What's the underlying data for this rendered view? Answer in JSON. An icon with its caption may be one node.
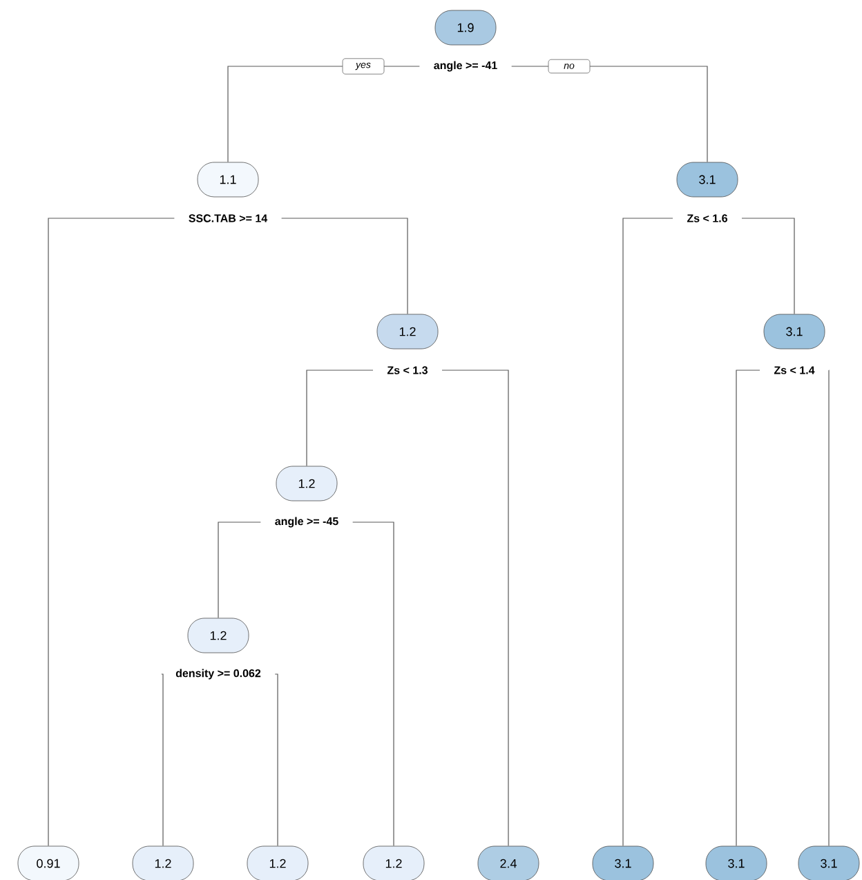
{
  "diagram": {
    "nodes": [
      {
        "text": [
          "1.9"
        ],
        "beside": [
          "angle >= -41"
        ]
      },
      {
        "text": [
          "1.1"
        ],
        "beside": [
          "SSC.TAB >= 14"
        ]
      },
      {
        "text": [
          "0.91"
        ]
      },
      {
        "text": [
          "1.2"
        ],
        "beside": [
          "Zs < 1.3"
        ]
      },
      {
        "text": [
          "1.2"
        ],
        "beside": [
          "angle >= -45"
        ]
      },
      {
        "text": [
          "1.2"
        ],
        "beside": [
          "density >= 0.062"
        ]
      },
      {
        "text": [
          "1.2"
        ]
      },
      {
        "text": [
          "1.2"
        ]
      },
      {
        "text": [
          "1.2"
        ]
      },
      {
        "text": [
          "2.4"
        ]
      },
      {
        "text": [
          "3.1"
        ],
        "beside": [
          "Zs < 1.6"
        ]
      },
      {
        "text": [
          "3.1"
        ]
      },
      {
        "text": [
          "3.1"
        ],
        "beside": [
          "Zs < 1.4"
        ]
      },
      {
        "text": [
          "3.1"
        ]
      },
      {
        "text": [
          "3.1"
        ]
      }
    ],
    "edges": [
      {
        "from": 0,
        "to": 1,
        "arrow": "none",
        "label": "yes"
      },
      {
        "from": 0,
        "to": 10,
        "arrow": "none",
        "label": "no"
      },
      {
        "from": 1,
        "to": 2,
        "arrow": "none"
      },
      {
        "from": 1,
        "to": 3,
        "arrow": "none"
      },
      {
        "from": 3,
        "to": 4,
        "arrow": "none"
      },
      {
        "from": 3,
        "to": 9,
        "arrow": "none"
      },
      {
        "from": 4,
        "to": 5,
        "arrow": "none"
      },
      {
        "from": 4,
        "to": 8,
        "arrow": "none"
      },
      {
        "from": 5,
        "to": 6,
        "arrow": "none"
      },
      {
        "from": 5,
        "to": 7,
        "arrow": "none"
      },
      {
        "from": 10,
        "to": 11,
        "arrow": "none"
      },
      {
        "from": 10,
        "to": 12,
        "arrow": "none"
      },
      {
        "from": 12,
        "to": 13,
        "arrow": "none"
      },
      {
        "from": 12,
        "to": 14,
        "arrow": "none"
      }
    ]
  }
}
